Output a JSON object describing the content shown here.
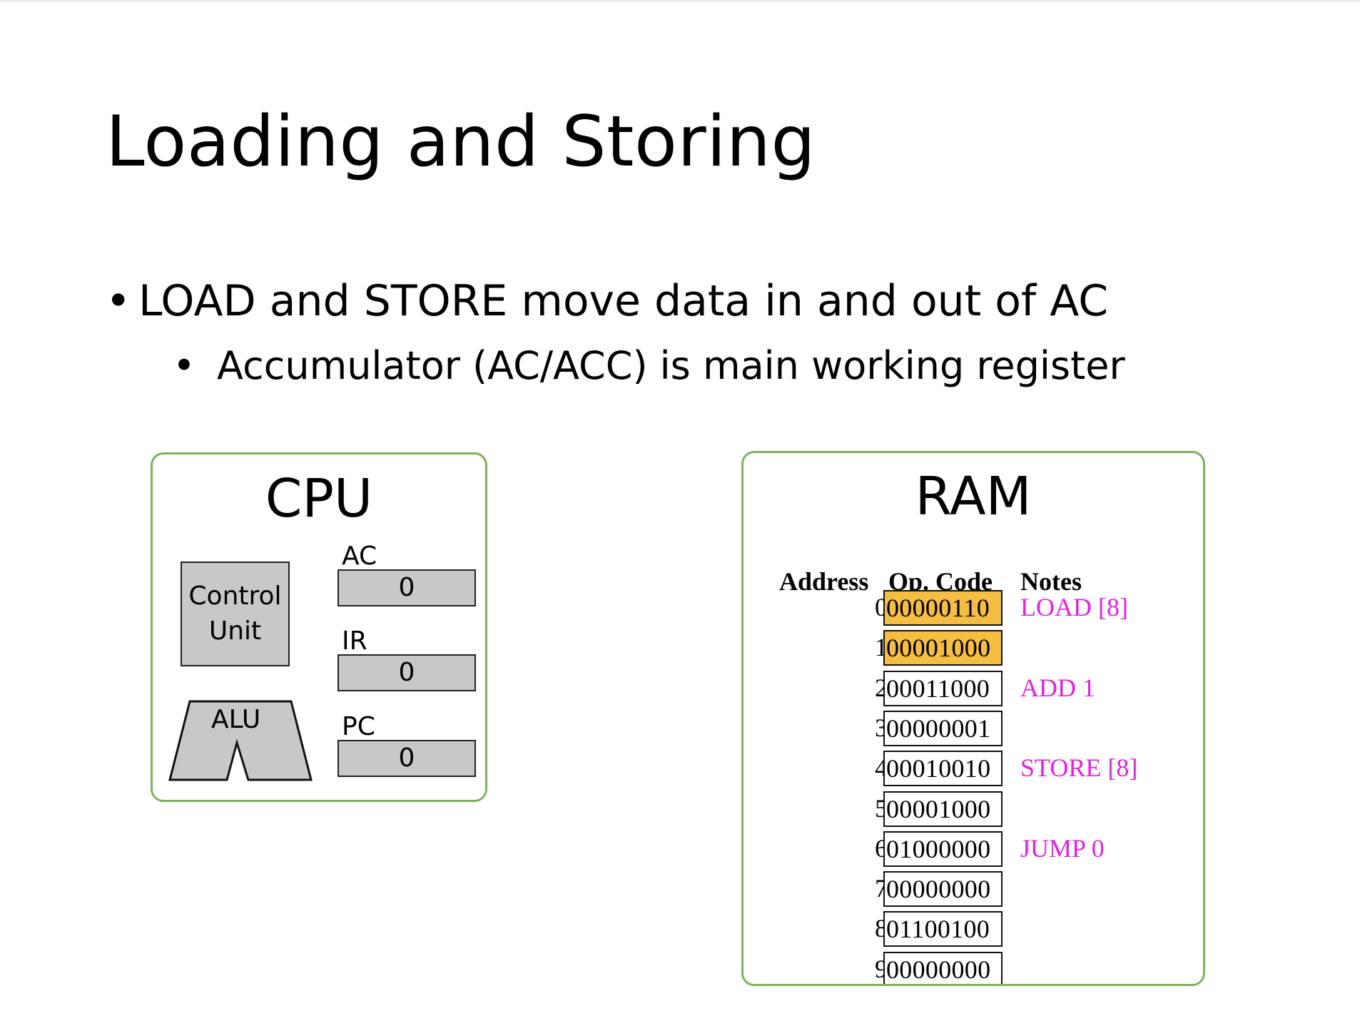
{
  "slide": {
    "title": "Loading and Storing",
    "bullets": [
      {
        "bullet": "•",
        "text": "LOAD and STORE move data in and out of AC"
      },
      {
        "bullet": "•",
        "text": "Accumulator (AC/ACC) is main working register"
      }
    ]
  },
  "cpu": {
    "title": "CPU",
    "control_unit_line1": "Control",
    "control_unit_line2": "Unit",
    "alu_label": "ALU",
    "registers": [
      {
        "label": "AC",
        "value": "0"
      },
      {
        "label": "IR",
        "value": "0"
      },
      {
        "label": "PC",
        "value": "0"
      }
    ]
  },
  "ram": {
    "title": "RAM",
    "headers": {
      "address": "Address",
      "opcode": "Op. Code",
      "notes": "Notes"
    },
    "rows": [
      {
        "address": "0",
        "opcode": "00000110",
        "note": "LOAD [8]",
        "highlighted": true
      },
      {
        "address": "1",
        "opcode": "00001000",
        "note": "",
        "highlighted": true
      },
      {
        "address": "2",
        "opcode": "00011000",
        "note": "ADD 1",
        "highlighted": false
      },
      {
        "address": "3",
        "opcode": "00000001",
        "note": "",
        "highlighted": false
      },
      {
        "address": "4",
        "opcode": "00010010",
        "note": "STORE [8]",
        "highlighted": false
      },
      {
        "address": "5",
        "opcode": "00001000",
        "note": "",
        "highlighted": false
      },
      {
        "address": "6",
        "opcode": "01000000",
        "note": "JUMP 0",
        "highlighted": false
      },
      {
        "address": "7",
        "opcode": "00000000",
        "note": "",
        "highlighted": false
      },
      {
        "address": "8",
        "opcode": "01100100",
        "note": "",
        "highlighted": false
      },
      {
        "address": "9",
        "opcode": "00000000",
        "note": "",
        "highlighted": false
      }
    ]
  },
  "colors": {
    "box_border": "#7fb15a",
    "component_fill": "#c8c8c8",
    "highlight": "#f5bd42",
    "note_text": "#e31fe3"
  }
}
